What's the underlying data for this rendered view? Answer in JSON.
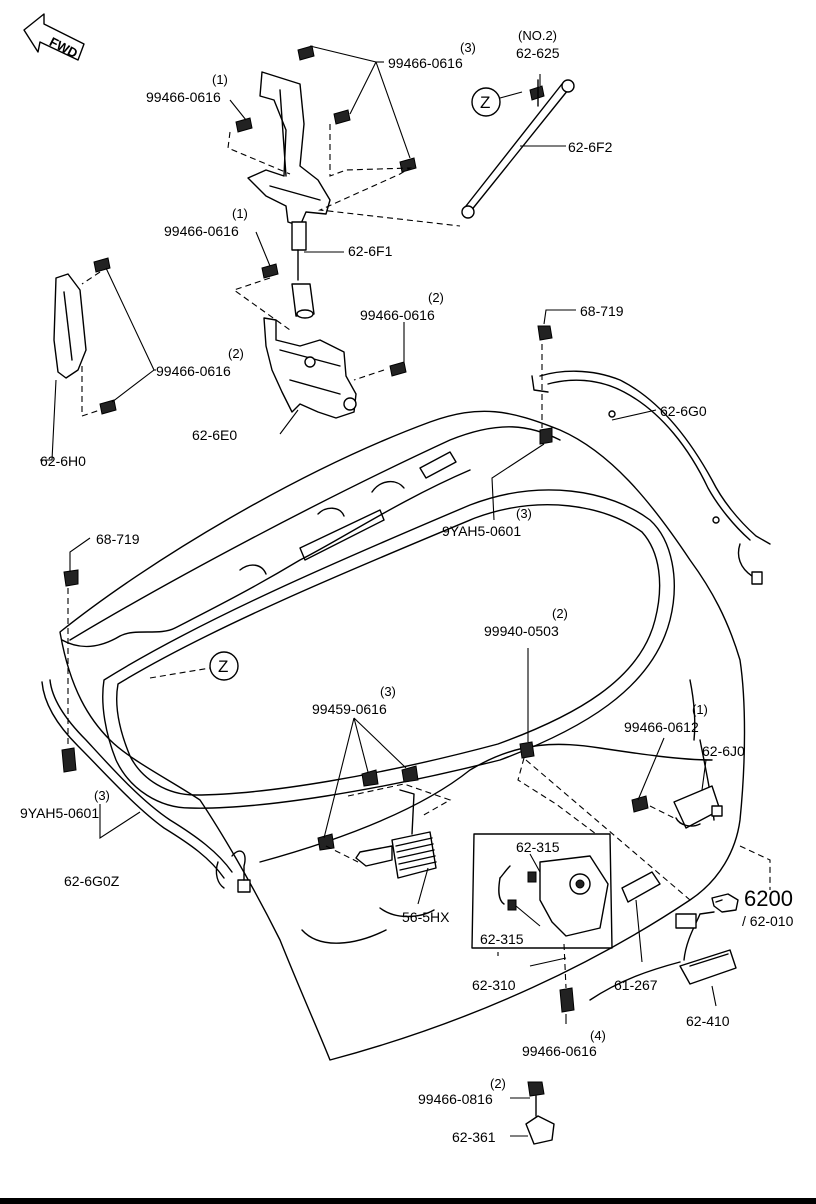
{
  "direction": {
    "label": "FWD",
    "icon": "fwd-arrow-icon"
  },
  "callout_ref": "Z",
  "parts": [
    {
      "id": "p01",
      "number": "99466-0616",
      "qty": "(3)"
    },
    {
      "id": "p02",
      "number": "99466-0616",
      "qty": "(1)"
    },
    {
      "id": "p03",
      "number": "62-625",
      "qty": "(NO.2)"
    },
    {
      "id": "p04",
      "number": "62-6F2",
      "qty": ""
    },
    {
      "id": "p05",
      "number": "99466-0616",
      "qty": "(1)"
    },
    {
      "id": "p06",
      "number": "62-6F1",
      "qty": ""
    },
    {
      "id": "p07",
      "number": "99466-0616",
      "qty": "(2)"
    },
    {
      "id": "p08",
      "number": "99466-0616",
      "qty": "(2)"
    },
    {
      "id": "p09",
      "number": "68-719",
      "qty": ""
    },
    {
      "id": "p10",
      "number": "62-6G0",
      "qty": ""
    },
    {
      "id": "p11",
      "number": "62-6E0",
      "qty": ""
    },
    {
      "id": "p12",
      "number": "62-6H0",
      "qty": ""
    },
    {
      "id": "p13",
      "number": "9YAH5-0601",
      "qty": "(3)"
    },
    {
      "id": "p14",
      "number": "68-719",
      "qty": ""
    },
    {
      "id": "p15",
      "number": "99940-0503",
      "qty": "(2)"
    },
    {
      "id": "p16",
      "number": "99459-0616",
      "qty": "(3)"
    },
    {
      "id": "p17",
      "number": "99466-0612",
      "qty": "(1)"
    },
    {
      "id": "p18",
      "number": "62-6J0",
      "qty": ""
    },
    {
      "id": "p19",
      "number": "9YAH5-0601",
      "qty": "(3)"
    },
    {
      "id": "p20",
      "number": "62-315",
      "qty": ""
    },
    {
      "id": "p21",
      "number": "62-315",
      "qty": ""
    },
    {
      "id": "p22",
      "number": "62-6G0Z",
      "qty": ""
    },
    {
      "id": "p23",
      "number": "56-5HX",
      "qty": ""
    },
    {
      "id": "p24",
      "number": "62-310",
      "qty": ""
    },
    {
      "id": "p25",
      "number": "61-267",
      "qty": ""
    },
    {
      "id": "p26",
      "number": "62-410",
      "qty": ""
    },
    {
      "id": "p27",
      "number": "99466-0616",
      "qty": "(4)"
    },
    {
      "id": "p28",
      "number": "99466-0816",
      "qty": "(2)"
    },
    {
      "id": "p29",
      "number": "62-361",
      "qty": ""
    }
  ],
  "group_ref": {
    "main": "6200",
    "sub": "/ 62-010",
    "icon": "hand-pointer-icon"
  }
}
